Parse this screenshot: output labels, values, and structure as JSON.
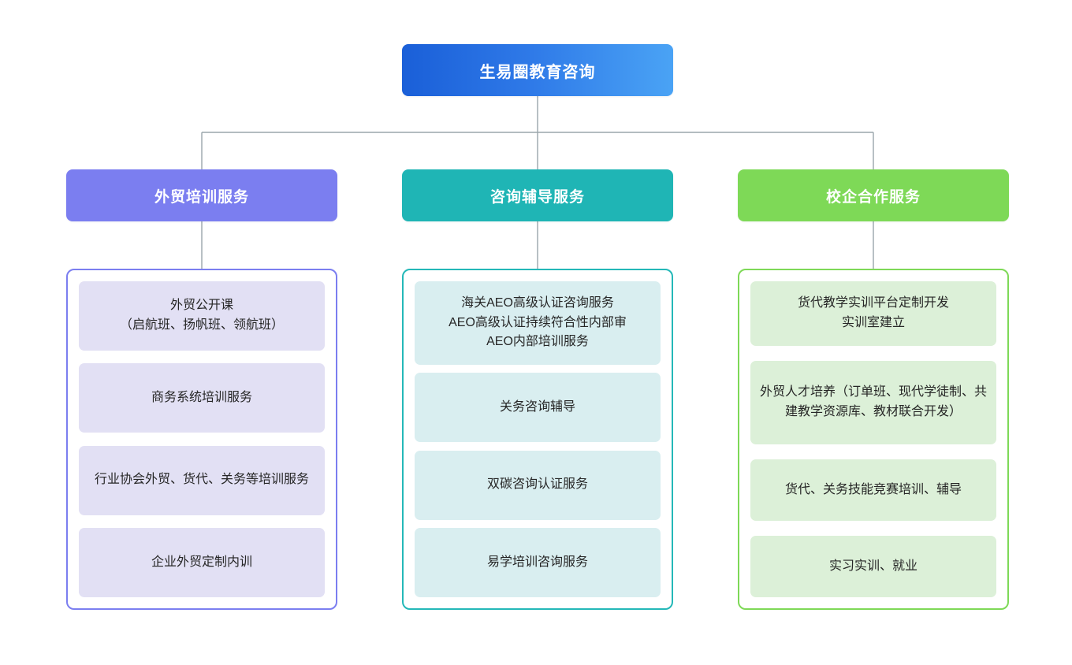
{
  "diagram": {
    "type": "organization-tree",
    "orientation": "top-down",
    "background_color": "#ffffff",
    "connector_color": "#9aa5ab",
    "root": {
      "label": "生易圈教育咨询",
      "gradient_from": "#1a5fd8",
      "gradient_to": "#4aa3f5",
      "text_color": "#ffffff"
    },
    "branches": [
      {
        "id": "foreign-trade-training",
        "header_label": "外贸培训服务",
        "header_color": "#7b7ef0",
        "border_color": "#7b7ef0",
        "card_color": "#e2e0f4",
        "items": [
          {
            "label": "外贸公开课\n（启航班、扬帆班、领航班）"
          },
          {
            "label": "商务系统培训服务"
          },
          {
            "label": "行业协会外贸、货代、关务等培训服务"
          },
          {
            "label": "企业外贸定制内训"
          }
        ]
      },
      {
        "id": "consulting-coaching",
        "header_label": "咨询辅导服务",
        "header_color": "#1fb5b5",
        "border_color": "#24b8b8",
        "card_color": "#d9eef0",
        "items": [
          {
            "label": "海关AEO高级认证咨询服务\nAEO高级认证持续符合性内部审\nAEO内部培训服务"
          },
          {
            "label": "关务咨询辅导"
          },
          {
            "label": "双碳咨询认证服务"
          },
          {
            "label": "易学培训咨询服务"
          }
        ]
      },
      {
        "id": "school-enterprise-cooperation",
        "header_label": "校企合作服务",
        "header_color": "#7ed957",
        "border_color": "#7ed957",
        "card_color": "#dcf0d8",
        "items": [
          {
            "label": "货代教学实训平台定制开发\n实训室建立"
          },
          {
            "label": "外贸人才培养（订单班、现代学徒制、共建教学资源库、教材联合开发）"
          },
          {
            "label": "货代、关务技能竞赛培训、辅导"
          },
          {
            "label": "实习实训、就业"
          }
        ]
      }
    ]
  }
}
